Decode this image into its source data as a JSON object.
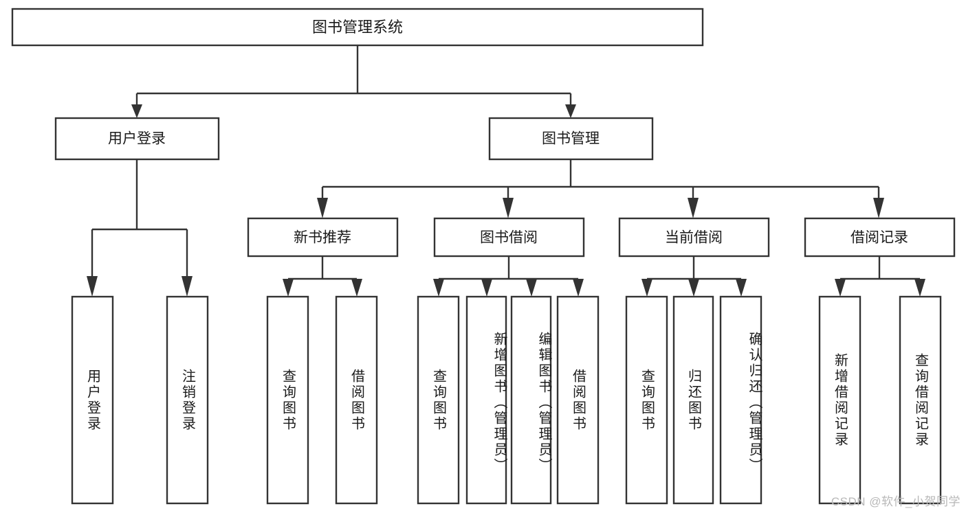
{
  "diagram": {
    "type": "tree",
    "title": "图书管理系统",
    "watermark": "CSDN @软件_小贺同学",
    "colors": {
      "stroke": "#333333",
      "fill": "#ffffff",
      "text": "#1a1a1a",
      "watermark": "#b8b8b8",
      "background": "#ffffff"
    },
    "root": {
      "label": "图书管理系统"
    },
    "level2": [
      {
        "label": "用户登录"
      },
      {
        "label": "图书管理"
      }
    ],
    "level3": [
      {
        "label": "新书推荐"
      },
      {
        "label": "图书借阅"
      },
      {
        "label": "当前借阅"
      },
      {
        "label": "借阅记录"
      }
    ],
    "leaves": {
      "user_login": [
        {
          "label": "用户登录"
        },
        {
          "label": "注销登录"
        }
      ],
      "new_book": [
        {
          "label": "查询图书"
        },
        {
          "label": "借阅图书"
        }
      ],
      "book_borrow": [
        {
          "label": "查询图书"
        },
        {
          "label": "新增图书（管理员）"
        },
        {
          "label": "编辑图书（管理员）"
        },
        {
          "label": "借阅图书"
        }
      ],
      "current_borrow": [
        {
          "label": "查询图书"
        },
        {
          "label": "归还图书"
        },
        {
          "label": "确认归还（管理员）"
        }
      ],
      "borrow_record": [
        {
          "label": "新增借阅记录"
        },
        {
          "label": "查询借阅记录"
        }
      ]
    }
  }
}
